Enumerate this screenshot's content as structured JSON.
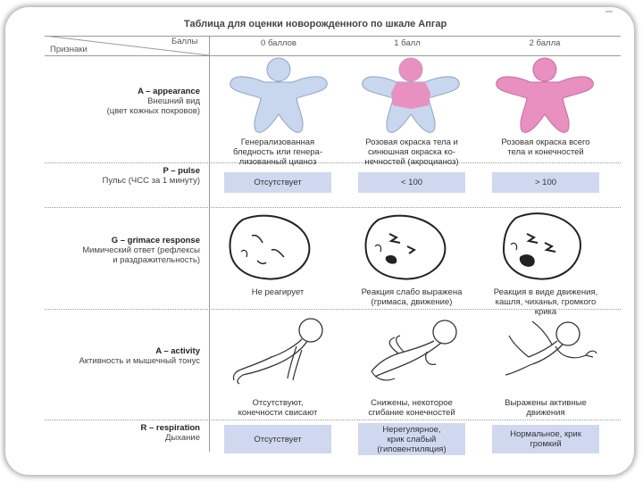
{
  "title": "Таблица для оценки новорожденного по шкале Апгар",
  "header": {
    "balls": "Баллы",
    "signs": "Признаки",
    "columns": [
      "0 баллов",
      "1 балл",
      "2 балла"
    ]
  },
  "rows": [
    {
      "en": "A – appearance",
      "ru": [
        "Внешний вид",
        "(цвет кожных покровов)"
      ],
      "cells": [
        [
          "Генерализованная",
          "бледность или генера-",
          "лизованный цианоз"
        ],
        [
          "Розовая окраска тела и",
          "синюшная окраска ко-",
          "нечностей (акроцианоз)"
        ],
        [
          "Розовая окраска всего",
          "тела и конечностей"
        ]
      ]
    },
    {
      "en": "P – pulse",
      "ru": [
        "Пульс (ЧСС за 1 минуту)"
      ],
      "cells": [
        "Отсутствует",
        "< 100",
        "> 100"
      ]
    },
    {
      "en": "G – grimace response",
      "ru": [
        "Мимический ответ (рефлексы",
        "и раздражительность)"
      ],
      "cells": [
        [
          "Не реагирует"
        ],
        [
          "Реакция слабо выражена",
          "(гримаса, движение)"
        ],
        [
          "Реакция в виде движения,",
          "кашля, чиханья, громкого",
          "крика"
        ]
      ]
    },
    {
      "en": "A – activity",
      "ru": [
        "Активность и мышечный тонус"
      ],
      "cells": [
        [
          "Отсутствуют,",
          "конечности свисают"
        ],
        [
          "Снижены, некоторое",
          "сгибание конечностей"
        ],
        [
          "Выражены активные",
          "движения"
        ]
      ]
    },
    {
      "en": "R – respiration",
      "ru": [
        "Дыхание"
      ],
      "cells": [
        [
          "Отсутствует"
        ],
        [
          "Нерегулярное,",
          "крик слабый",
          "(гиповентиляция)"
        ],
        [
          "Нормальное, крик",
          "громкий"
        ]
      ]
    }
  ],
  "colors": {
    "blue_skin": "#c8d6ee",
    "pink_skin": "#e890c0",
    "box_fill": "#cfd8ef",
    "line": "#9a9a9a"
  }
}
